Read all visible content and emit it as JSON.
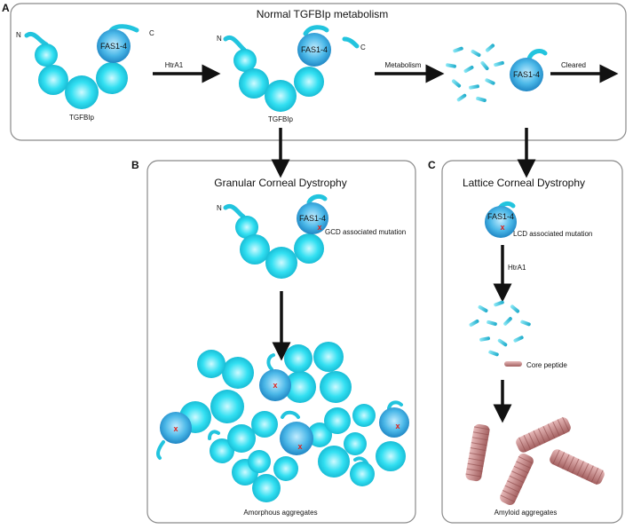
{
  "panels": {
    "a": {
      "letter": "A",
      "title": "Normal TGFBIp metabolism"
    },
    "b": {
      "letter": "B",
      "title": "Granular Corneal Dystrophy"
    },
    "c": {
      "letter": "C",
      "title": "Lattice Corneal Dystrophy"
    }
  },
  "labels": {
    "n_terminus": "N",
    "c_terminus": "C",
    "fas_domain": "FAS1-4",
    "protein": "TGFBIp",
    "htra1": "HtrA1",
    "metabolism": "Metabolism",
    "cleared": "Cleared",
    "gcd_mutation": "GCD associated mutation",
    "lcd_mutation": "LCD associated mutation",
    "core_peptide": "Core peptide",
    "amorphous": "Amorphous aggregates",
    "amyloid": "Amyloid aggregates",
    "mutation_mark": "x"
  },
  "colors": {
    "sphere_light": "#cffaff",
    "sphere_mid": "#33e0f2",
    "sphere_dark": "#12b4cf",
    "fas_light": "#c2ecff",
    "fas_mid": "#4bb8e8",
    "fas_dark": "#1f86c4",
    "fragment": "#2fc6e0",
    "amyloid_light": "#e4b4b4",
    "amyloid_dark": "#a35f5f",
    "mutation": "#e0231c",
    "arrow": "#111111",
    "panel_border": "#8a8a8a"
  }
}
